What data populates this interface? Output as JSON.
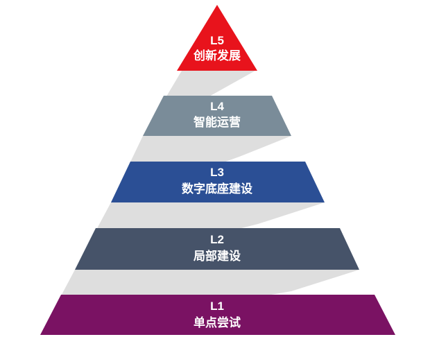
{
  "levels": [
    {
      "code": "L5",
      "name": "创新发展",
      "color": "#e8131c"
    },
    {
      "code": "L4",
      "name": "智能运营",
      "color": "#7a8c99"
    },
    {
      "code": "L3",
      "name": "数字底座建设",
      "color": "#2b4f95"
    },
    {
      "code": "L2",
      "name": "局部建设",
      "color": "#465369"
    },
    {
      "code": "L1",
      "name": "单点尝试",
      "color": "#7a1263"
    }
  ],
  "connector_color": "#dedede"
}
